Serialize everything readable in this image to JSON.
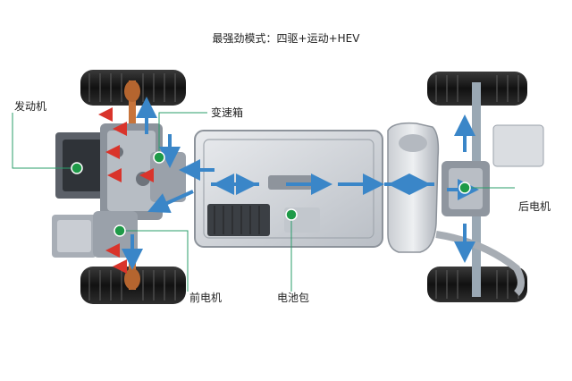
{
  "diagram": {
    "title": "最强劲模式：四驱+运动+HEV",
    "labels": {
      "engine": "发动机",
      "transmission": "变速箱",
      "front_motor": "前电机",
      "battery": "电池包",
      "rear_motor": "后电机"
    },
    "colors": {
      "engine_flow": "#d9342b",
      "electric_flow": "#3a86c8",
      "marker": "#1e9a48",
      "leader_line": "#2a9d6a"
    },
    "icons": [
      "wheel-icon",
      "engine-icon",
      "battery-pack-icon",
      "motor-icon",
      "flow-arrow-icon"
    ]
  }
}
